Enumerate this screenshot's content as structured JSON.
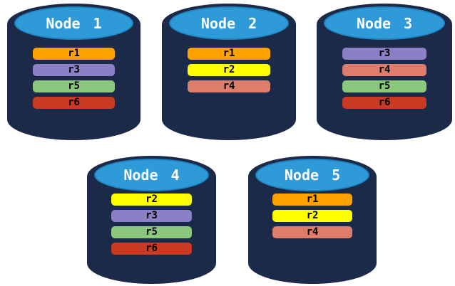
{
  "diagram": {
    "description": "Database cluster replica placement diagram with five node cylinders",
    "colors": {
      "background": "#FFFFFF",
      "cylinder_body": "#1B2A49",
      "cylinder_top": "#2E9BD8",
      "cylinder_top_border": "#1E84C2",
      "node_label_text": "#FFFFFF",
      "replica_label_text": "#000000"
    },
    "replica_colors": {
      "r1": "#FFA200",
      "r2": "#FFFF00",
      "r3": "#8B7FC5",
      "r4": "#DC7E6B",
      "r5": "#8CC77E",
      "r6": "#C93A22"
    },
    "nodes": [
      {
        "label": "Node 1",
        "replicas": [
          "r1",
          "r3",
          "r5",
          "r6"
        ]
      },
      {
        "label": "Node 2",
        "replicas": [
          "r1",
          "r2",
          "r4"
        ]
      },
      {
        "label": "Node 3",
        "replicas": [
          "r3",
          "r4",
          "r5",
          "r6"
        ]
      },
      {
        "label": "Node 4",
        "replicas": [
          "r2",
          "r3",
          "r5",
          "r6"
        ]
      },
      {
        "label": "Node 5",
        "replicas": [
          "r1",
          "r2",
          "r4"
        ]
      }
    ]
  }
}
